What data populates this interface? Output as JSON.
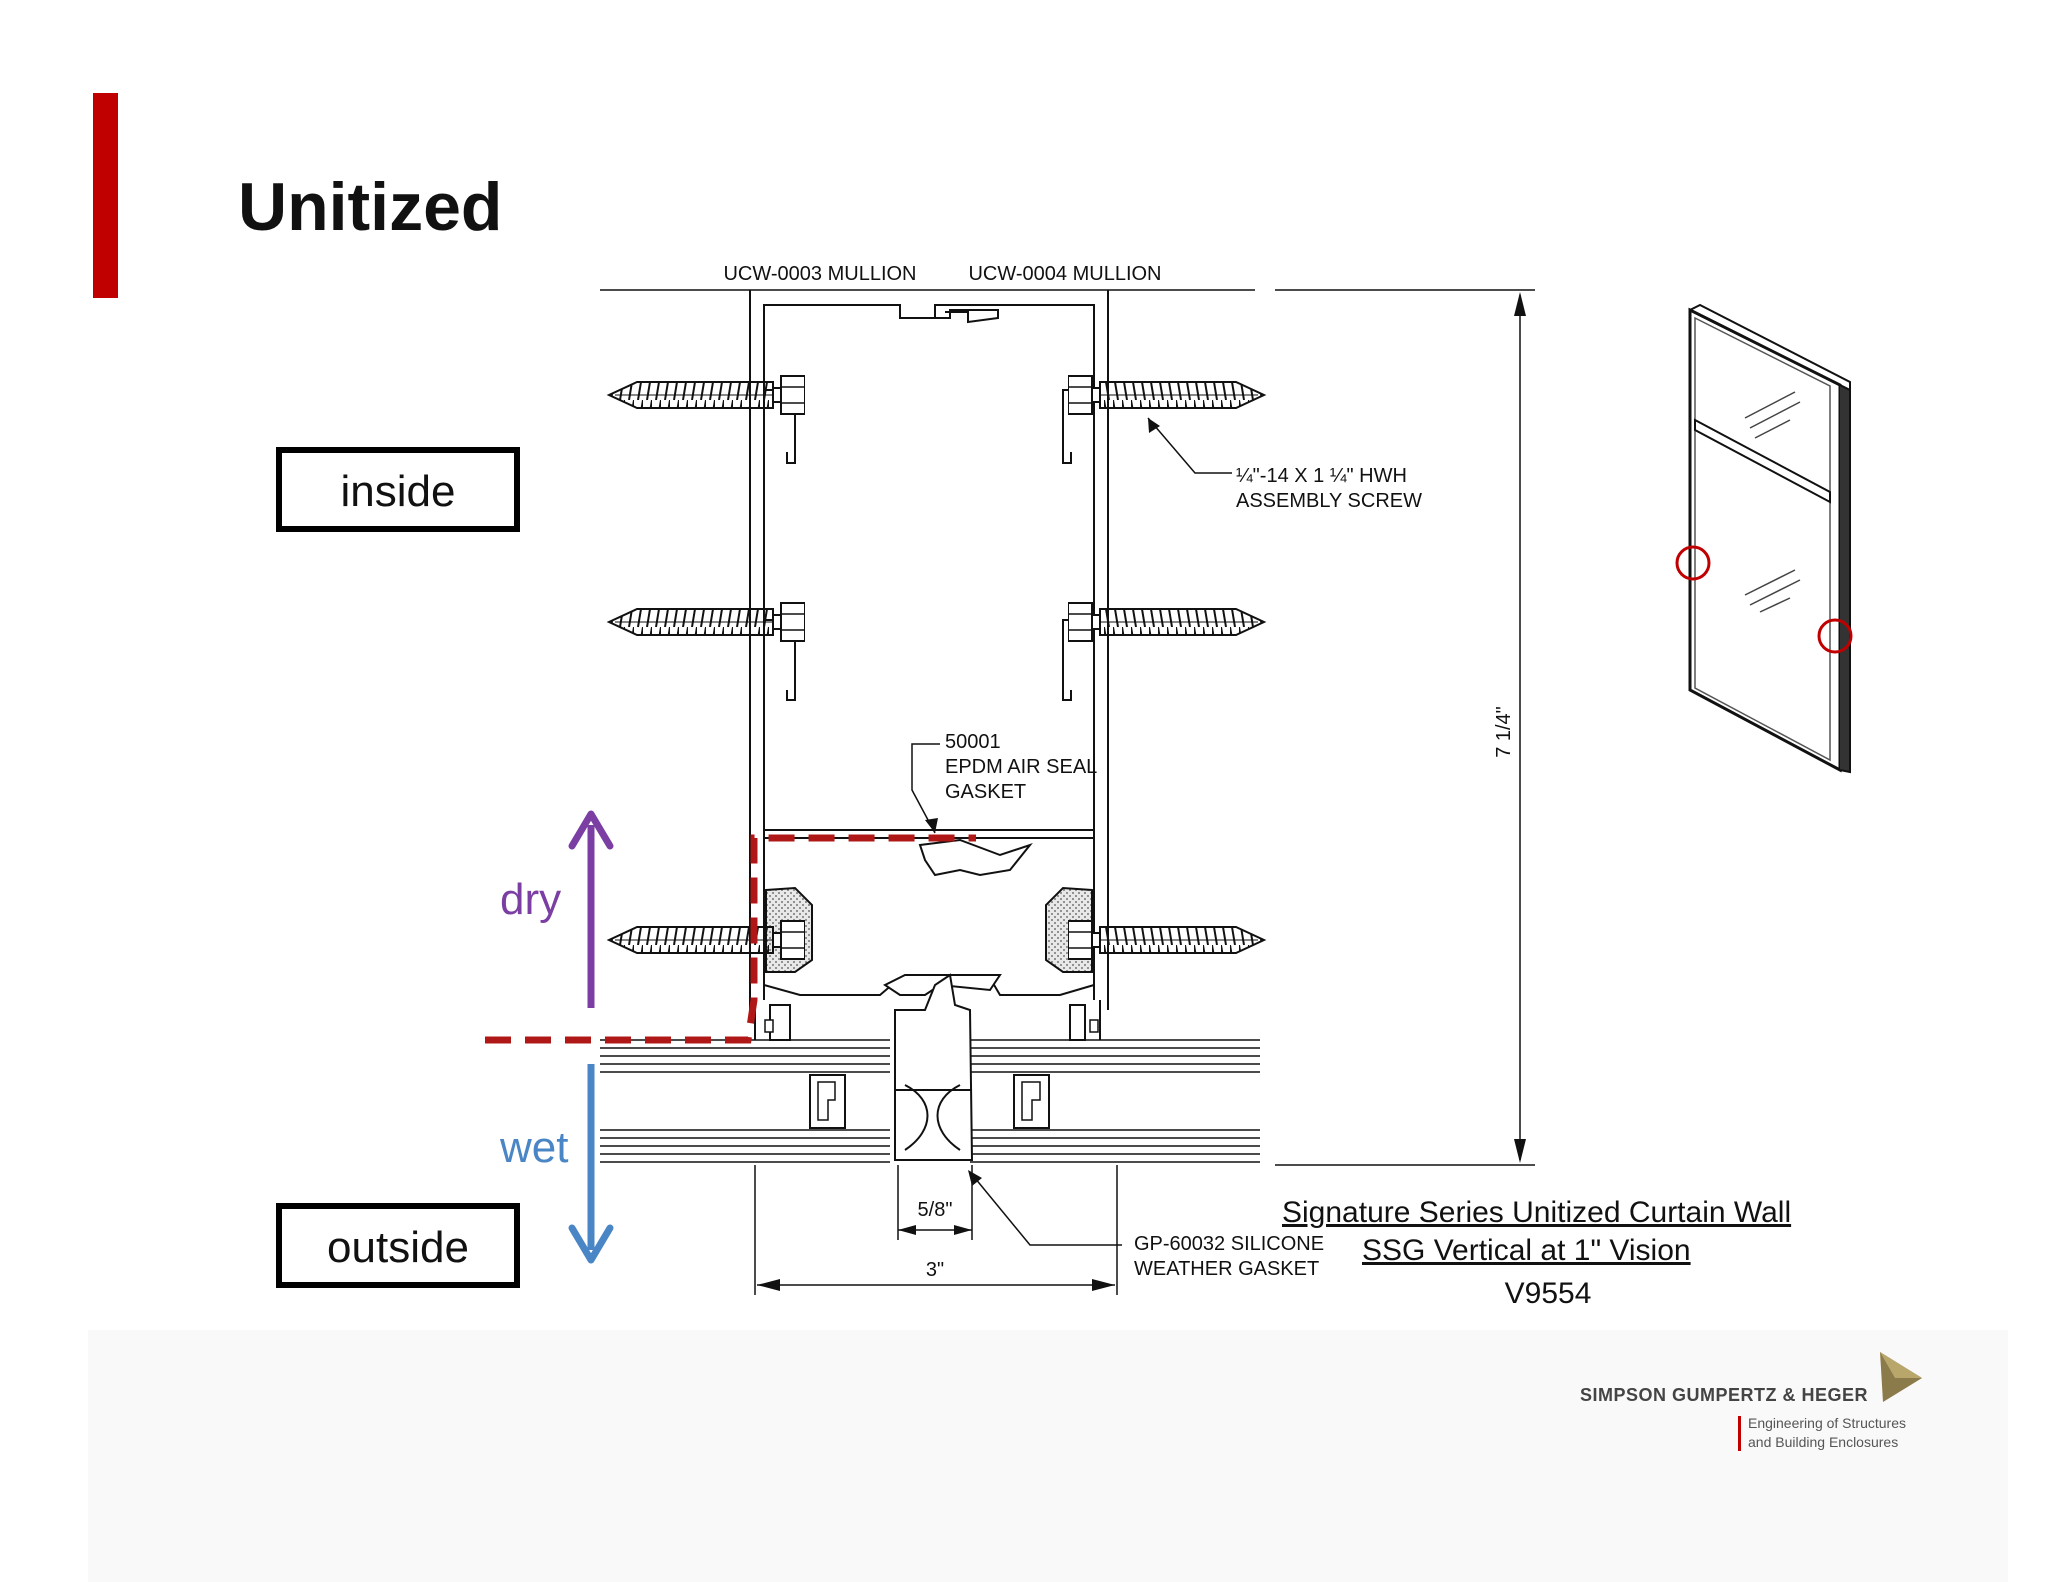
{
  "slide": {
    "title": "Unitized",
    "accent_color": "#c00000"
  },
  "labels": {
    "inside": "inside",
    "outside": "outside",
    "dry": "dry",
    "wet": "wet"
  },
  "colors": {
    "dry_arrow": "#7b3fa4",
    "wet_arrow": "#4a86c5",
    "dashed_line": "#b01818",
    "detail_circles": "#c00000"
  },
  "drawing": {
    "mullion_left": "UCW-0003 MULLION",
    "mullion_right": "UCW-0004 MULLION",
    "screw_line1": "¼\"-14 X 1 ¼\" HWH",
    "screw_line2": "ASSEMBLY SCREW",
    "gasket_line1": "50001",
    "gasket_line2": "EPDM AIR SEAL",
    "gasket_line3": "GASKET",
    "dim_height": "7 1/4\"",
    "dim_joint": "5/8\"",
    "dim_width": "3\"",
    "weather_line1": "GP-60032 SILICONE",
    "weather_line2": "WEATHER GASKET"
  },
  "caption": {
    "line1": "Signature Series Unitized Curtain Wall",
    "line2": "SSG Vertical at 1\" Vision",
    "line3": "V9554"
  },
  "logo": {
    "name": "SIMPSON GUMPERTZ & HEGER",
    "tagline1": "Engineering of Structures",
    "tagline2": "and Building Enclosures"
  }
}
